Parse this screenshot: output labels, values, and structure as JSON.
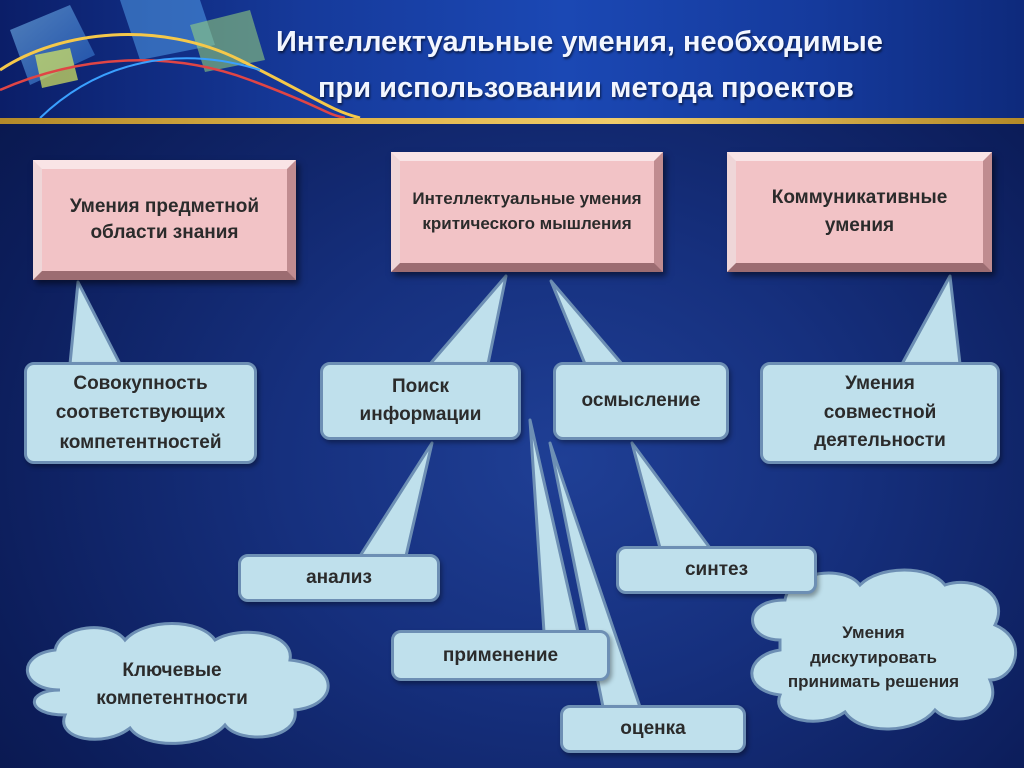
{
  "title_line1": "Интеллектуальные умения, необходимые",
  "title_line2": "при использовании метода проектов",
  "top_boxes": {
    "subject": "Умения предметной области знания",
    "critical": "Интеллектуальные умения критического мышления",
    "communicative": "Коммуникативные умения"
  },
  "callouts": {
    "competencies": "Совокупность соответствующих компетентностей",
    "info_search": "Поиск информации",
    "comprehension": "осмысление",
    "joint": "Умения совместной деятельности",
    "analysis": "анализ",
    "synthesis": "синтез",
    "application": "применение",
    "evaluation": "оценка"
  },
  "clouds": {
    "key": "Ключевые компетентности",
    "discuss": "Умения дискутировать принимать решения"
  },
  "colors": {
    "background": "#16307e",
    "header_accent": "#e0b54a",
    "box_pink": "#f2c3c6",
    "callout_blue": "#bfe0ec"
  }
}
